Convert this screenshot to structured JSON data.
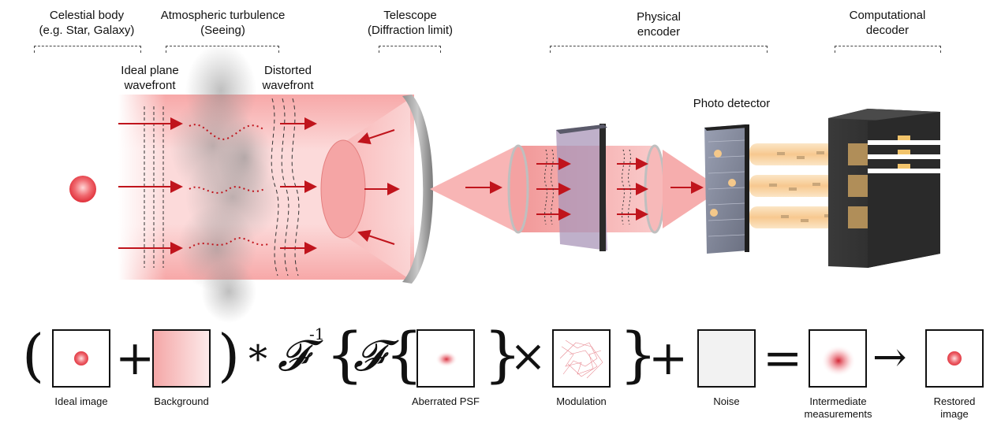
{
  "top_labels": {
    "celestial_line1": "Celestial body",
    "celestial_line2": "(e.g. Star, Galaxy)",
    "turbulence_line1": "Atmospheric turbulence",
    "turbulence_line2": "(Seeing)",
    "telescope_line1": "Telescope",
    "telescope_line2": "(Diffraction limit)",
    "encoder_line1": "Physical",
    "encoder_line2": "encoder",
    "decoder_line1": "Computational",
    "decoder_line2": "decoder"
  },
  "scene_labels": {
    "ideal_wavefront_line1": "Ideal plane",
    "ideal_wavefront_line2": "wavefront",
    "distorted_wavefront_line1": "Distorted",
    "distorted_wavefront_line2": "wavefront",
    "photo_detector": "Photo detector"
  },
  "equation_captions": {
    "ideal_image": "Ideal image",
    "background": "Background",
    "aberrated_psf": "Aberrated PSF",
    "modulation": "Modulation",
    "noise": "Noise",
    "intermediate_line1": "Intermediate",
    "intermediate_line2": "measurements",
    "restored_line1": "Restored",
    "restored_line2": "image"
  },
  "equation_symbols": {
    "open_paren": "(",
    "plus": "+",
    "close_paren": ")",
    "convolve": "*",
    "fourier": "𝓕",
    "inverse": "-1",
    "open_brace": "{",
    "close_brace": "}",
    "times": "×",
    "equals": "=",
    "arrow": "→"
  },
  "colors": {
    "beam": "#f36b6b",
    "arrow": "#c0141c",
    "star": "#e83a44",
    "detector": "#7a7f8f",
    "decoder_body": "#2b2b2b",
    "light_tube": "#f7c98a"
  }
}
